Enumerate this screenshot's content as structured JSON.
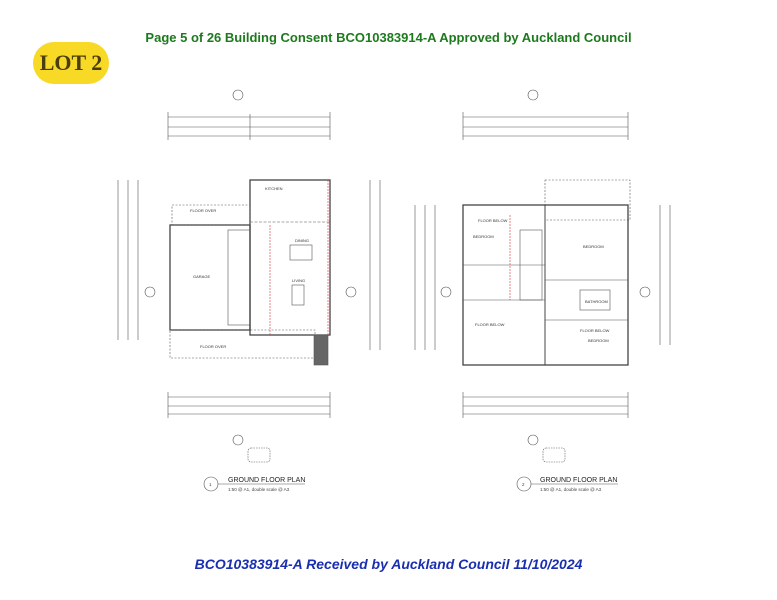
{
  "header": {
    "text": "Page 5 of 26   Building Consent BCO10383914-A Approved by Auckland Council",
    "color": "#1c7a1c"
  },
  "badge": {
    "text": "LOT 2",
    "color": "#f7d926"
  },
  "plans": [
    {
      "number": "1",
      "title": "GROUND FLOOR PLAN",
      "scale": "1:50 @ A1, double scale @ A3",
      "rooms": {
        "kitchen": "KITCHEN",
        "dining": "DINING",
        "living": "LIVING",
        "garage": "GARAGE",
        "floor_over": "FLOOR OVER",
        "floor_over_2": "FLOOR OVER"
      }
    },
    {
      "number": "2",
      "title": "GROUND FLOOR PLAN",
      "scale": "1:50 @ A1, double scale @ A3",
      "rooms": {
        "bedroom1": "BEDROOM",
        "bedroom2": "BEDROOM",
        "bedroom3": "BEDROOM",
        "bathroom": "BATHROOM",
        "floor_below": "FLOOR BELOW",
        "floor_below_2": "FLOOR BELOW",
        "floor_below_3": "FLOOR BELOW"
      }
    }
  ],
  "footer": {
    "text": "BCO10383914-A Received by Auckland Council 11/10/2024",
    "color": "#1a2fb0"
  }
}
